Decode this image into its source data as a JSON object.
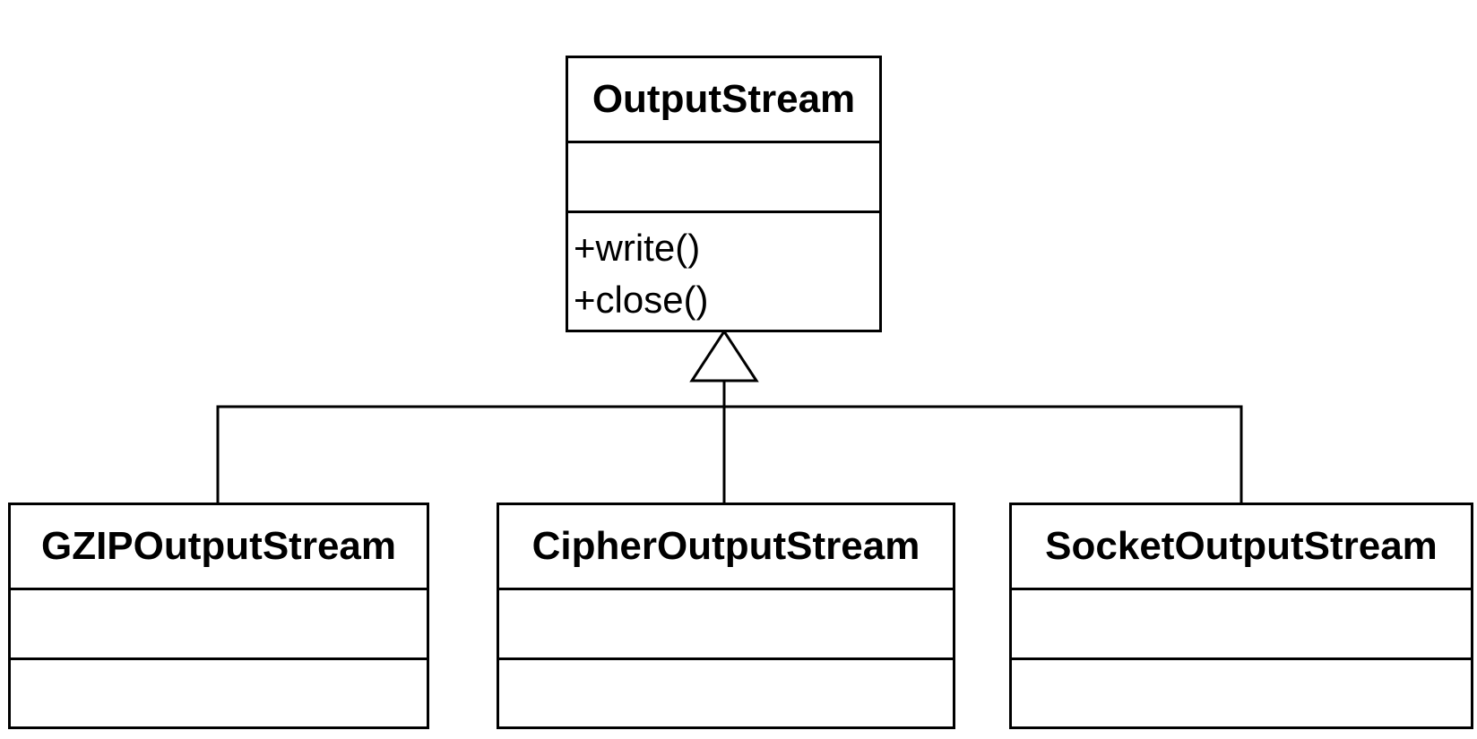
{
  "diagram": {
    "parent": {
      "name": "OutputStream",
      "attributes": [],
      "operations": [
        "+write()",
        "+close()"
      ]
    },
    "children": [
      {
        "name": "GZIPOutputStream",
        "attributes": [],
        "operations": []
      },
      {
        "name": "CipherOutputStream",
        "attributes": [],
        "operations": []
      },
      {
        "name": "SocketOutputStream",
        "attributes": [],
        "operations": []
      }
    ],
    "colors": {
      "stroke": "#000000",
      "fill": "#ffffff"
    }
  }
}
